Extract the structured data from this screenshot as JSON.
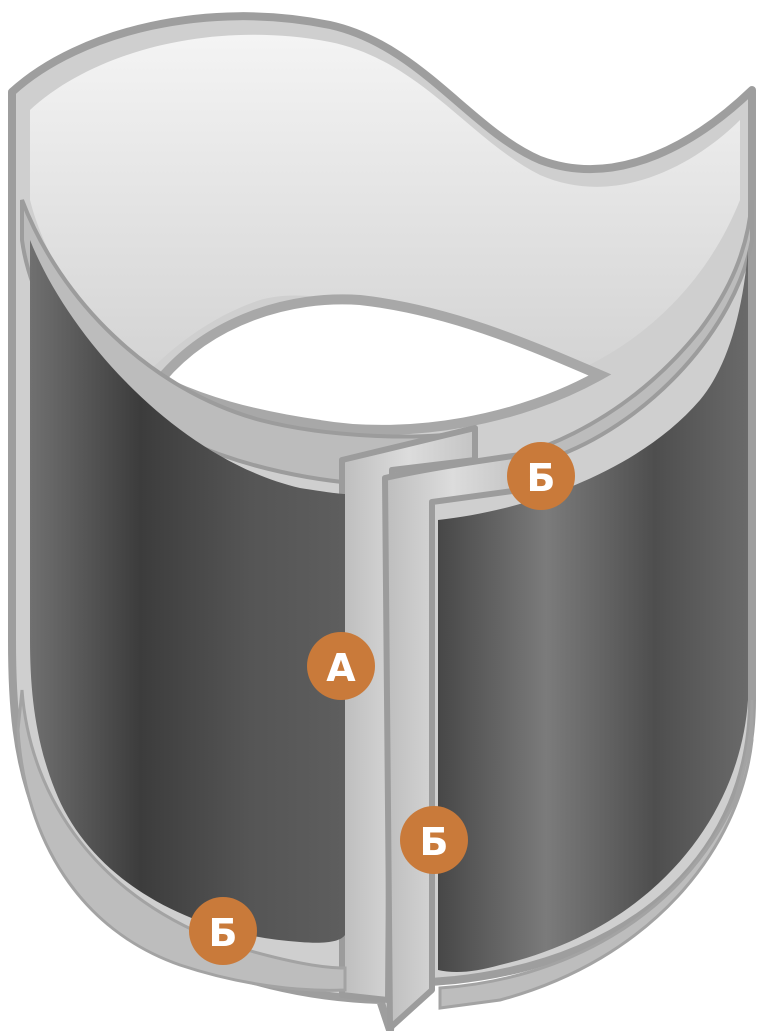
{
  "diagram": {
    "markers": [
      {
        "id": "marker-a",
        "label": "А"
      },
      {
        "id": "marker-b-top-right",
        "label": "Б"
      },
      {
        "id": "marker-b-seam",
        "label": "Б"
      },
      {
        "id": "marker-b-bottom-left",
        "label": "Б"
      }
    ],
    "colors": {
      "marker_fill": "#c97a3a",
      "marker_text": "#ffffff",
      "metal_light": "#e4e4e4",
      "metal_mid": "#c8c8c8",
      "metal_edge": "#a5a5a5",
      "pad_dark": "#3f3f3f",
      "pad_light": "#7a7a7a"
    }
  }
}
